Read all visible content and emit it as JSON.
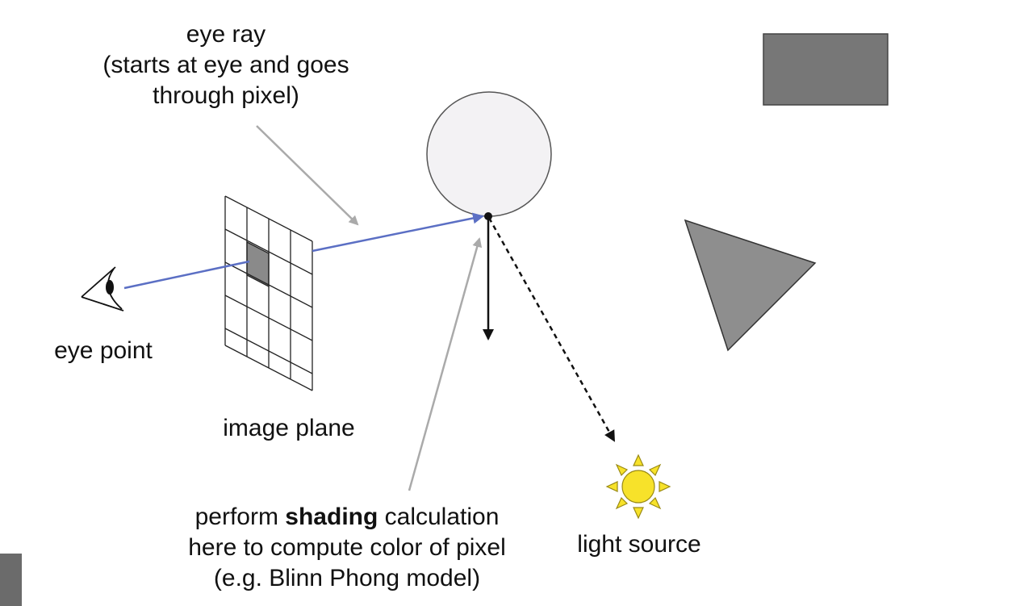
{
  "labels": {
    "eye_ray": [
      "eye ray",
      "(starts at eye and goes",
      "through pixel)"
    ],
    "eye_point": "eye point",
    "image_plane": "image plane",
    "shading": {
      "line1_pre": "perform ",
      "line1_bold": "shading",
      "line1_post": " calculation",
      "line2": "here to compute color of pixel",
      "line3": "(e.g. Blinn Phong model)"
    },
    "light_source": "light source"
  },
  "colors": {
    "ray": "#5b6fc4",
    "pointer_arrow": "#aaaaaa",
    "sphere_fill": "#f3f2f4",
    "rectangle_fill": "#777777",
    "triangle_fill": "#8e8e8e",
    "highlighted_pixel": "#8a8a8a",
    "sun_fill": "#f7e22a",
    "sun_stroke": "#9a8a14"
  }
}
